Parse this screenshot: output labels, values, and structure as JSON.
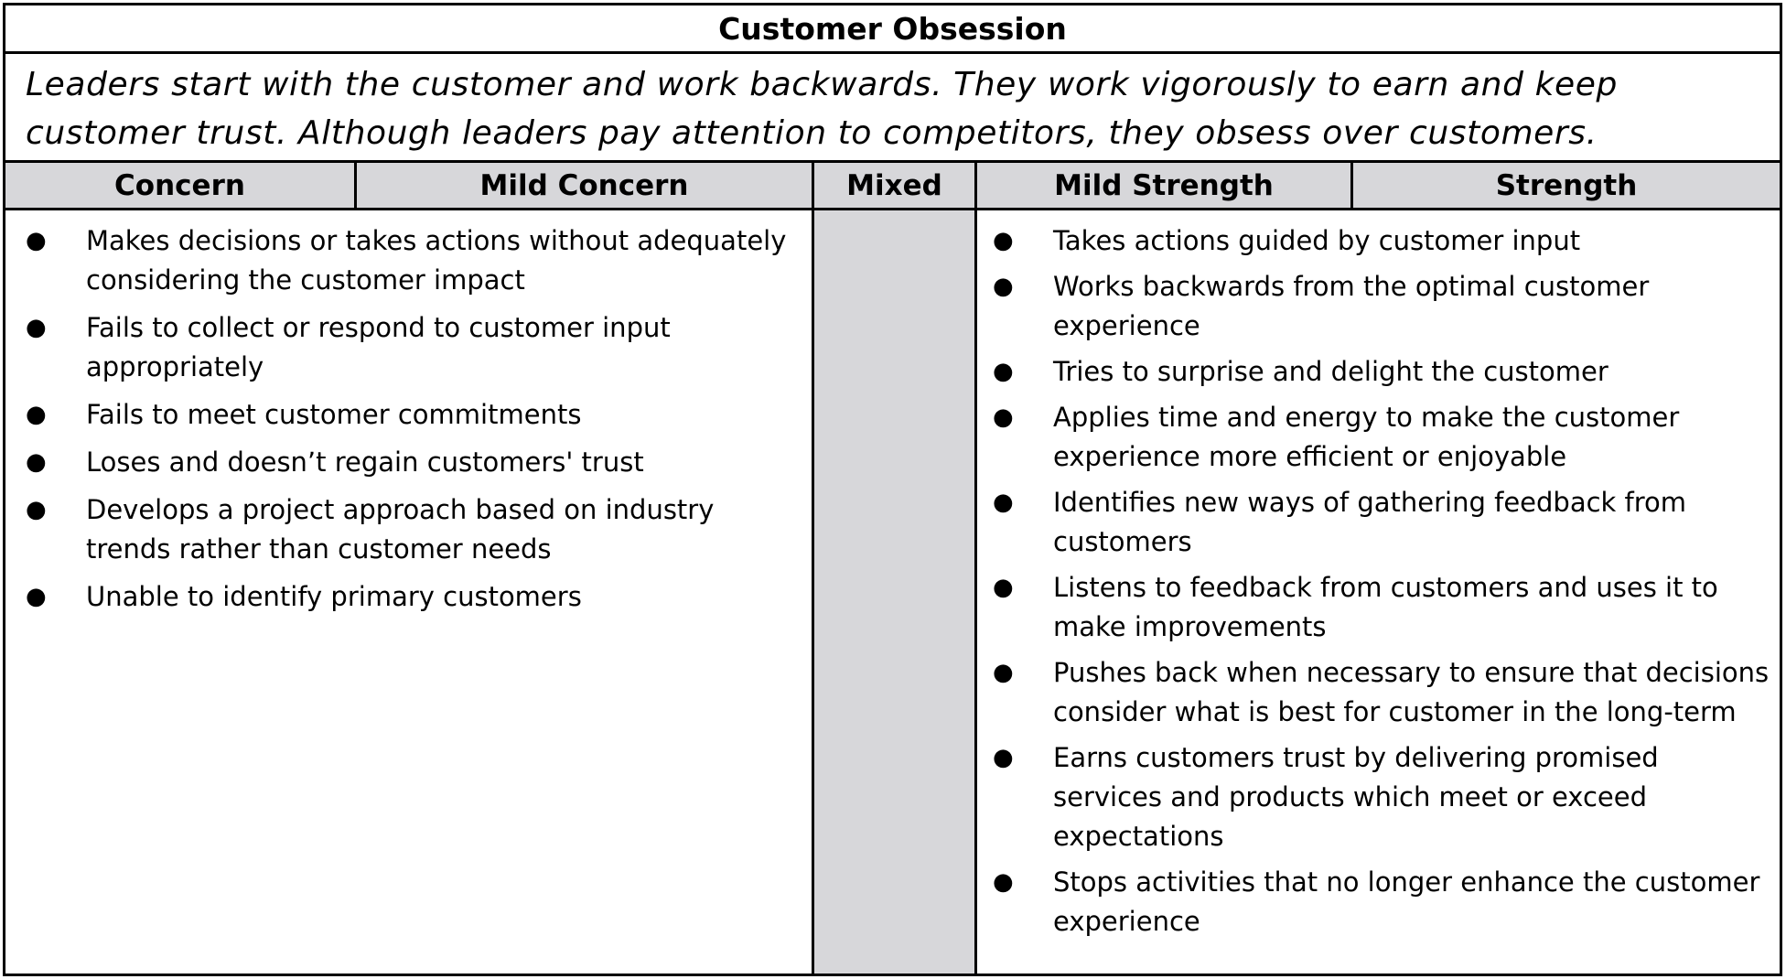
{
  "title": "Customer Obsession",
  "statement": {
    "line1": "Leaders start with the customer and work backwards. They work vigorously to earn and keep",
    "line2": "customer trust. Although leaders pay attention to competitors, they obsess over customers."
  },
  "headers": {
    "concern": "Concern",
    "mild_concern": "Mild Concern",
    "mixed": "Mixed",
    "mild_strength": "Mild Strength",
    "strength": "Strength"
  },
  "bullet_symbol": "●",
  "concerns": [
    "Makes decisions or takes actions without adequately considering the customer impact",
    "Fails to collect or respond to customer input appropriately",
    "Fails to meet customer commitments",
    "Loses and doesn’t regain customers' trust",
    "Develops a project approach based on industry trends rather than customer needs",
    "Unable to identify primary customers"
  ],
  "strengths": [
    "Takes actions guided by customer input",
    "Works backwards from the optimal customer experience",
    "Tries to surprise and delight the customer",
    "Applies time and energy to make the customer experience more efficient or enjoyable",
    "Identifies new ways of gathering feedback from customers",
    "Listens to feedback from customers and uses it to make improvements",
    "Pushes back when necessary to ensure that decisions consider what is best for customer in the long-term",
    "Earns customers trust by delivering promised services and products which meet or exceed expectations",
    "Stops activities that no longer enhance the customer experience"
  ],
  "colors": {
    "header_fill": "#d7d7da",
    "border": "#000000"
  }
}
